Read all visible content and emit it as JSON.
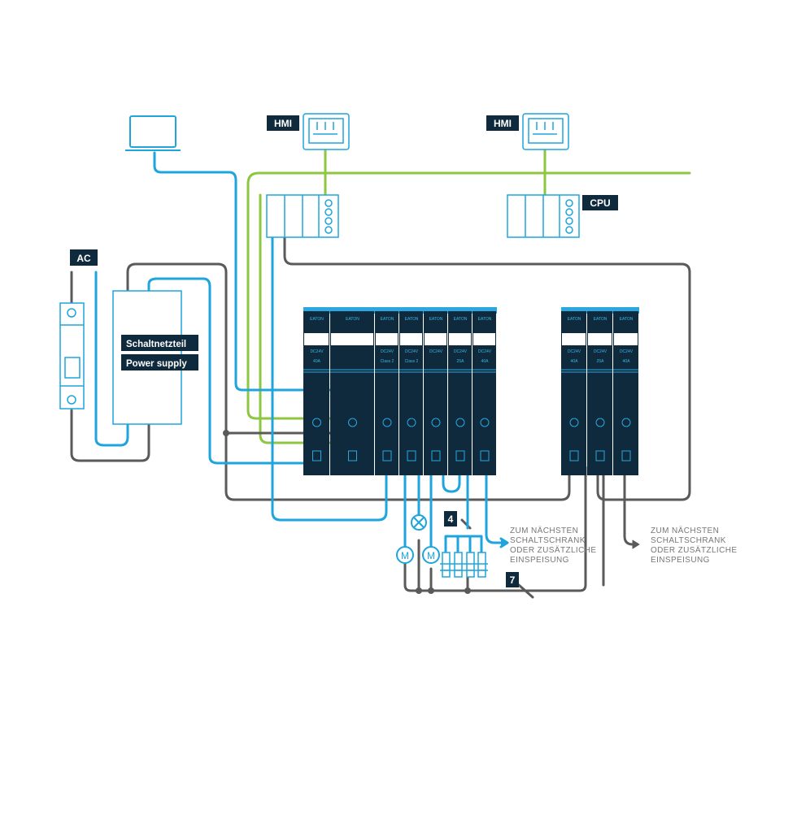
{
  "labels": {
    "hmi_1": "HMI",
    "hmi_2": "HMI",
    "cpu": "CPU",
    "ac": "AC",
    "power_supply_de": "Schaltnetzteil",
    "power_supply_en": "Power supply",
    "callout_4": "4",
    "callout_7": "7"
  },
  "notes": {
    "next_cabinet_1": [
      "ZUM NÄCHSTEN",
      "SCHALTSCHRANK",
      "ODER ZUSÄTZLICHE",
      "EINSPEISUNG"
    ],
    "next_cabinet_2": [
      "ZUM NÄCHSTEN",
      "SCHALTSCHRANK",
      "ODER ZUSÄTZLICHE",
      "EINSPEISUNG"
    ]
  },
  "modules_left": [
    {
      "brand": "EATON",
      "voltage": "DC24V",
      "current": "40A"
    },
    {
      "brand": "EATON",
      "voltage": "",
      "current": ""
    },
    {
      "brand": "EATON",
      "voltage": "DC24V",
      "current": "Class 2"
    },
    {
      "brand": "EATON",
      "voltage": "DC24V",
      "current": "Class 2"
    },
    {
      "brand": "EATON",
      "voltage": "DC24V",
      "current": ""
    },
    {
      "brand": "EATON",
      "voltage": "DC24V",
      "current": "25A"
    },
    {
      "brand": "EATON",
      "voltage": "DC24V",
      "current": "40A"
    }
  ],
  "modules_right": [
    {
      "brand": "EATON",
      "voltage": "DC24V",
      "current": "40A"
    },
    {
      "brand": "EATON",
      "voltage": "DC24V",
      "current": "25A"
    },
    {
      "brand": "EATON",
      "voltage": "DC24V",
      "current": "40A"
    }
  ],
  "colors": {
    "ethernet": "#8dc63f",
    "dc_line": "#1ea5dd",
    "ground_line": "#5a5a5a",
    "module": "#0f2a3d",
    "label_bg": "#0f2a3d"
  }
}
